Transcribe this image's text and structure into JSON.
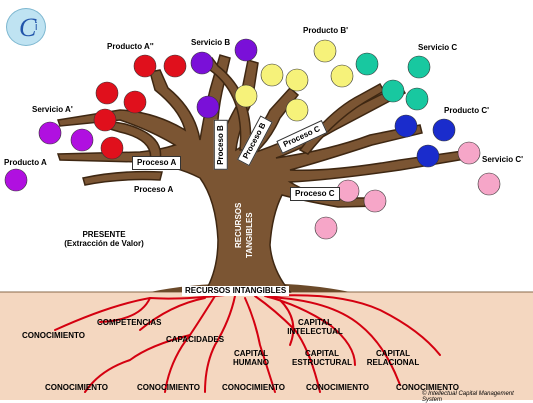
{
  "logo": {
    "letter": "C",
    "subscript": "i"
  },
  "canopy_labels": {
    "producto_a2": "Producto A''",
    "servicio_b": "Servicio B",
    "producto_b2": "Producto B'",
    "servicio_c": "Servicio C",
    "servicio_a2": "Servicio A'",
    "producto_c2": "Producto C'",
    "producto_a": "Producto  A",
    "servicio_c2": "Servicio C'"
  },
  "process_labels": {
    "proceso_a_box": "Proceso A",
    "proceso_a_text": "Proceso A",
    "proceso_b_1": "Proceso B",
    "proceso_b_2": "Proceso B",
    "proceso_c_1": "Proceso C",
    "proceso_c_2": "Proceso C"
  },
  "trunk_label": {
    "line1": "RECURSOS",
    "line2": "TANGIBLES"
  },
  "present": {
    "line1": "PRESENTE",
    "line2": "(Extracción de Valor)"
  },
  "ground_label": "RECURSOS  INTANGIBLES",
  "roots": {
    "competencias": "COMPETENCIAS",
    "conocimiento_left": "CONOCIMIENTO",
    "capacidades": "CAPACIDADES",
    "capital_intelectual_1": "CAPITAL",
    "capital_intelectual_2": "INTELECTUAL",
    "capital_humano_1": "CAPITAL",
    "capital_humano_2": "HUMANO",
    "capital_estructural_1": "CAPITAL",
    "capital_estructural_2": "ESTRUCTURAL",
    "capital_relacional_1": "CAPITAL",
    "capital_relacional_2": "RELACIONAL",
    "bottom": [
      "CONOCIMIENTO",
      "CONOCIMIENTO",
      "CONOCIMIENTO",
      "CONOCIMIENTO",
      "CONOCIMIENTO"
    ]
  },
  "copyright": "© Intellectual Capital Management System",
  "colors": {
    "red": "#e0101c",
    "purple": "#b010e0",
    "violet": "#7a10d8",
    "yellow": "#f6f27a",
    "teal": "#18c8a0",
    "blue": "#1a2ccc",
    "pink": "#f6a6c8",
    "trunk": "#7b5533",
    "soil": "#f4d7c0",
    "roots": "#d40010"
  }
}
